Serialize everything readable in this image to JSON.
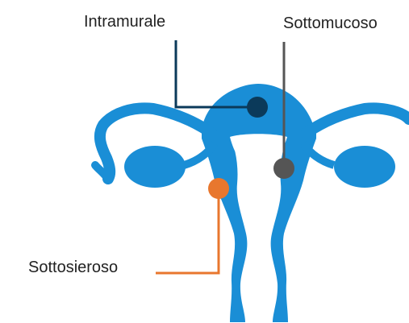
{
  "labels": {
    "intramurale": "Intramurale",
    "sottomucoso": "Sottomucoso",
    "sottosieroso": "Sottosieroso"
  },
  "colors": {
    "organ": "#1a8ed6",
    "intramurale_marker": "#0b3a5a",
    "sottomucoso_marker": "#555555",
    "sottosieroso_marker": "#e8772e",
    "background": "#ffffff"
  }
}
